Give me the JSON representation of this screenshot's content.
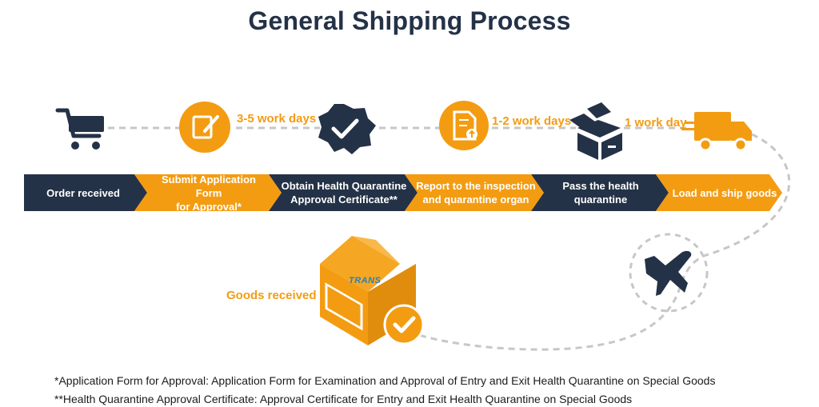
{
  "title": "General Shipping Process",
  "steps": [
    {
      "label": "Order received",
      "color": "#243247"
    },
    {
      "label": "Submit Application Form\nfor Approval*",
      "color": "#f39c12"
    },
    {
      "label": "Obtain Health Quarantine\nApproval Certificate**",
      "color": "#243247"
    },
    {
      "label": "Report to the inspection\nand quarantine organ",
      "color": "#f39c12"
    },
    {
      "label": "Pass the health\nquarantine",
      "color": "#243247"
    },
    {
      "label": "Load and ship goods",
      "color": "#f39c12"
    }
  ],
  "durations": {
    "first": "3-5 work days",
    "second": "1-2 work days",
    "third": "1 work day"
  },
  "goods_received": "Goods received",
  "logo_text": "TRANS",
  "icons": [
    "shopping-cart-icon",
    "edit-form-icon",
    "checkmark-badge-icon",
    "document-upload-icon",
    "open-box-icon",
    "delivery-truck-icon",
    "airplane-icon",
    "package-check-icon"
  ],
  "colors": {
    "navy": "#243247",
    "orange": "#f39c12"
  },
  "footnotes": [
    "*Application Form for Approval: Application Form for Examination and Approval of Entry and Exit Health Quarantine on Special Goods",
    "**Health Quarantine Approval Certificate: Approval Certificate for Entry and Exit Health Quarantine on Special Goods"
  ]
}
